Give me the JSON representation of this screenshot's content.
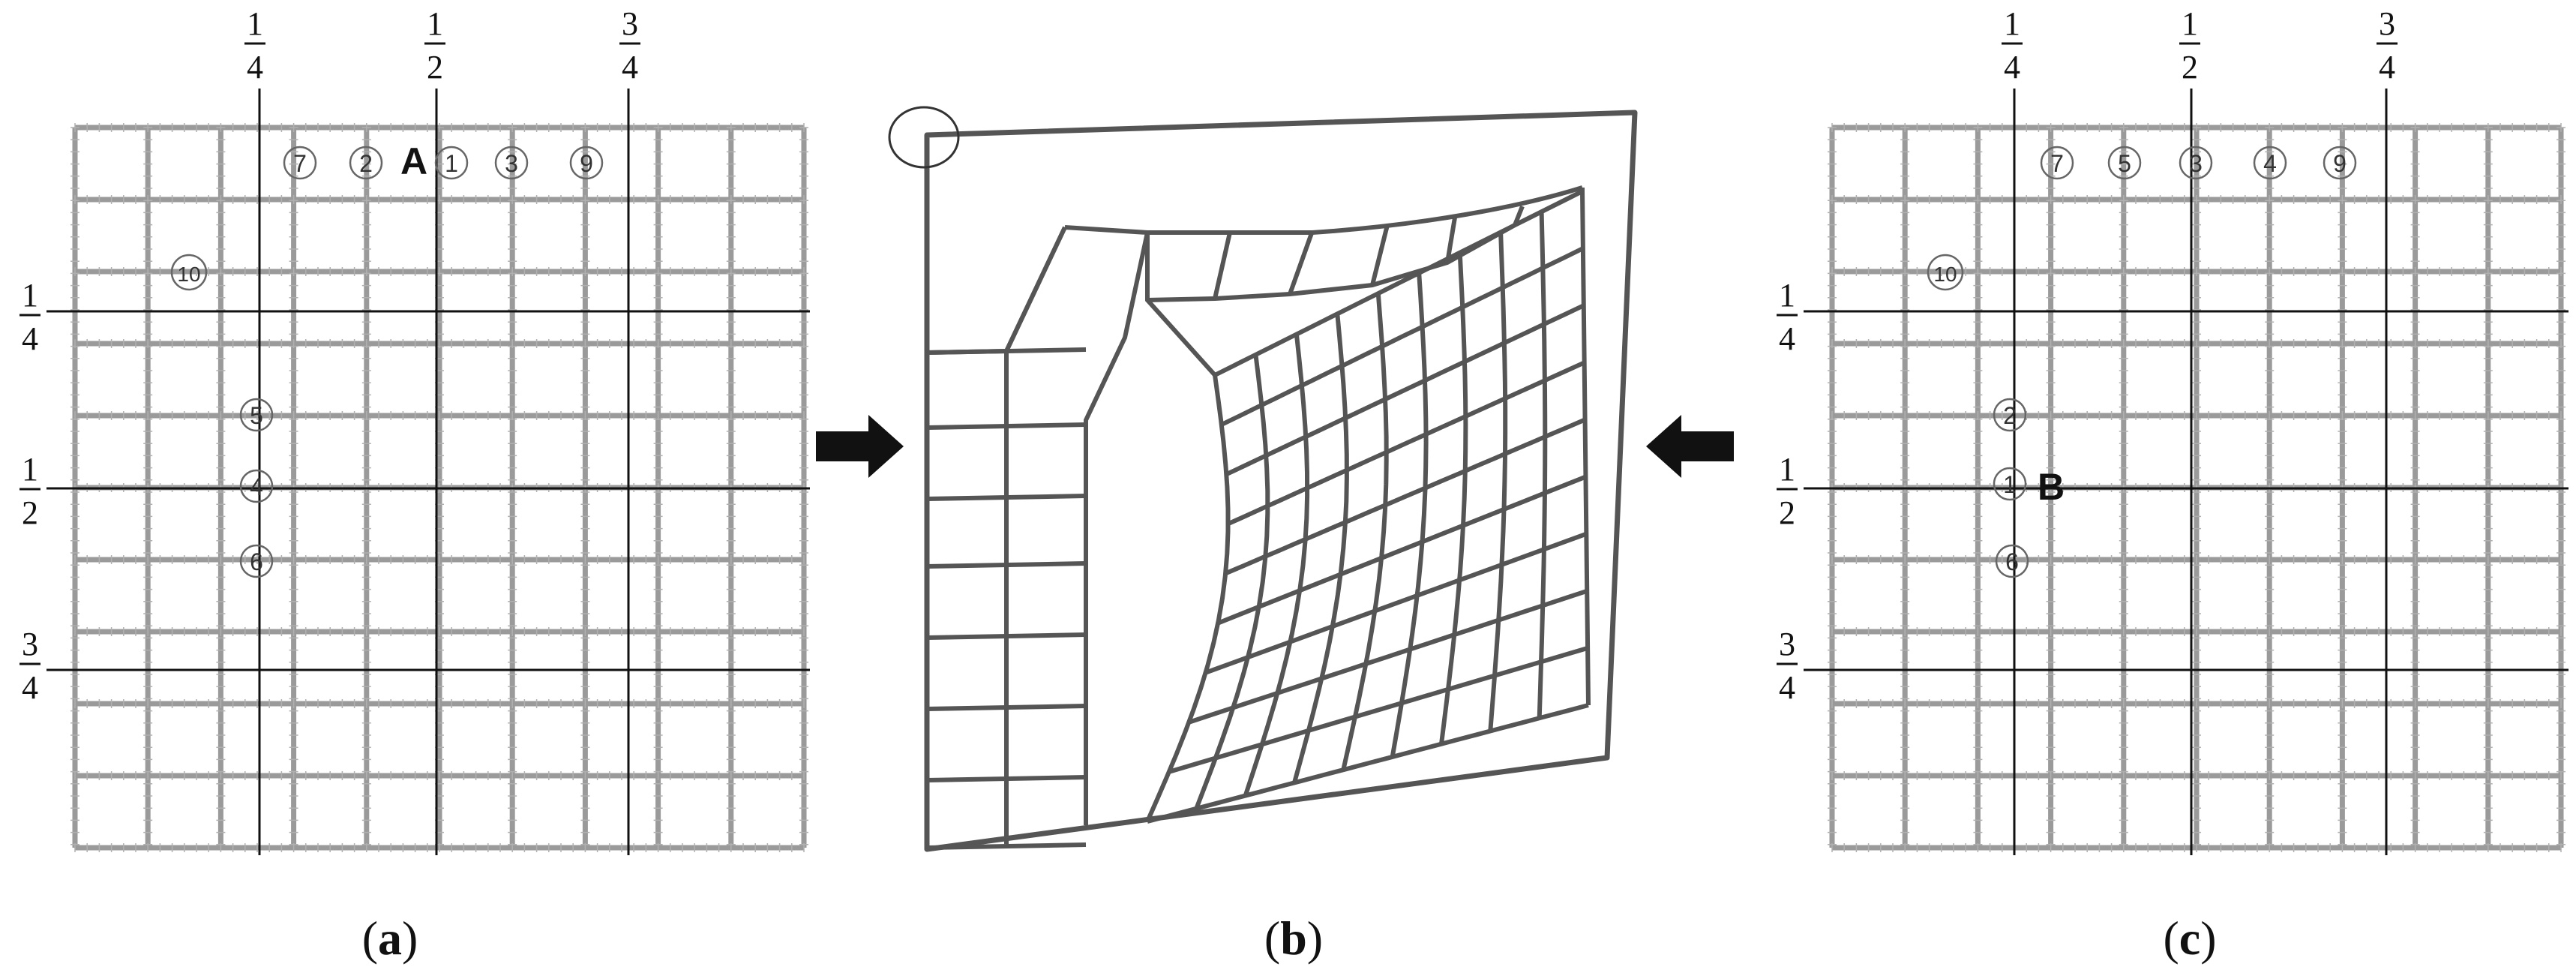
{
  "captions": {
    "a": {
      "open": "(",
      "letter": "a",
      "close": ")"
    },
    "b": {
      "open": "(",
      "letter": "b",
      "close": ")"
    },
    "c": {
      "open": "(",
      "letter": "c",
      "close": ")"
    }
  },
  "fractions": [
    {
      "num": "1",
      "den": "4"
    },
    {
      "num": "1",
      "den": "2"
    },
    {
      "num": "3",
      "den": "4"
    }
  ],
  "panel_a": {
    "point_label": "A",
    "top_markers": [
      "7",
      "2",
      "1",
      "3",
      "9"
    ],
    "side_markers": [
      "10",
      "5",
      "4",
      "6"
    ]
  },
  "panel_c": {
    "point_label": "B",
    "top_markers": [
      "7",
      "5",
      "3",
      "4",
      "9"
    ],
    "side_markers": [
      "10",
      "2",
      "1",
      "6"
    ]
  },
  "colors": {
    "grid": "#9a9a9a",
    "mesh": "#555555",
    "line": "#111111",
    "arrow": "#111111"
  },
  "icons": {
    "left_arrow": "arrow-right-icon",
    "right_arrow": "arrow-left-icon"
  }
}
